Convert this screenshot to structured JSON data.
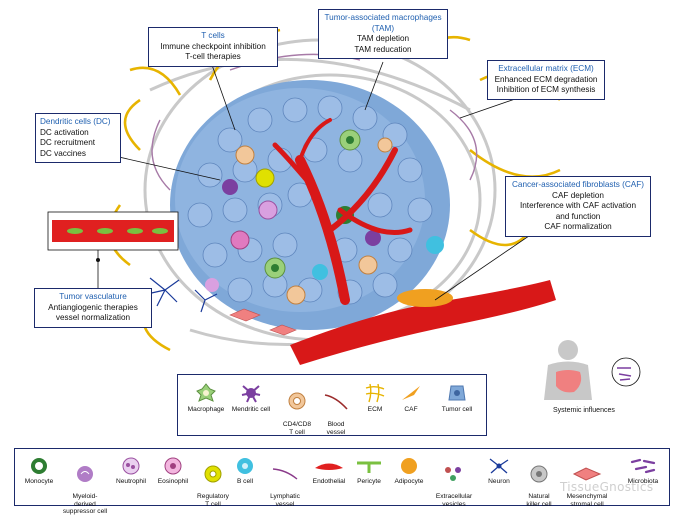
{
  "callouts": {
    "t_cells": {
      "title": "T cells",
      "lines": [
        "Immune checkpoint inhibition",
        "T-cell therapies"
      ]
    },
    "tam": {
      "title": "Tumor-associated macrophages (TAM)",
      "lines": [
        "TAM depletion",
        "TAM reducation"
      ]
    },
    "ecm": {
      "title": "Extracellular matrix (ECM)",
      "lines": [
        "Enhanced ECM degradation",
        "Inhibition of ECM synthesis"
      ]
    },
    "dc": {
      "title": "Dendritic cells (DC)",
      "lines": [
        "DC activation",
        "DC recruitment",
        "DC vaccines"
      ]
    },
    "caf": {
      "title": "Cancer-associated fibroblasts (CAF)",
      "lines": [
        "CAF depletion",
        "Interference with CAF activation",
        "and function",
        "CAF normalization"
      ]
    },
    "vasc": {
      "title": "Tumor vasculature",
      "lines": [
        "Antiangiogenic therapies",
        "vessel normalization"
      ]
    }
  },
  "legend_top": [
    {
      "name": "Macrophage",
      "icon": "macrophage-icon",
      "color": "#9ad07a"
    },
    {
      "name": "Mendritic cell",
      "icon": "dendritic-cell-icon",
      "color": "#7b3fa0"
    },
    {
      "name": "CD4/CD8\nT cell",
      "icon": "t-cell-icon",
      "color": "#f2c79a"
    },
    {
      "name": "Blood\nvessel",
      "icon": "blood-vessel-icon",
      "color": "#9b2b2b"
    },
    {
      "name": "ECM",
      "icon": "ecm-icon",
      "color": "#e7b400"
    },
    {
      "name": "CAF",
      "icon": "caf-icon",
      "color": "#f0a020"
    },
    {
      "name": "Tumor cell",
      "icon": "tumor-cell-icon",
      "color": "#7fa8d8"
    }
  ],
  "legend_bottom": [
    {
      "name": "Monocyte",
      "icon": "monocyte-icon",
      "color": "#2e7d32"
    },
    {
      "name": "Myeloid-\nderived\nsuppressor cell",
      "icon": "mdsc-icon",
      "color": "#b07cc6"
    },
    {
      "name": "Neutrophil",
      "icon": "neutrophil-icon",
      "color": "#d9a0e0"
    },
    {
      "name": "Eosinophil",
      "icon": "eosinophil-icon",
      "color": "#e07ac0"
    },
    {
      "name": "Regulatory\nT cell",
      "icon": "treg-icon",
      "color": "#e0e000"
    },
    {
      "name": "B cell",
      "icon": "b-cell-icon",
      "color": "#40c0e0"
    },
    {
      "name": "Lymphatic\nvessel",
      "icon": "lymphatic-vessel-icon",
      "color": "#8a3a8a"
    },
    {
      "name": "Endothelial",
      "icon": "endothelial-icon",
      "color": "#e02020"
    },
    {
      "name": "Pericyte",
      "icon": "pericyte-icon",
      "color": "#7ac040"
    },
    {
      "name": "Adipocyte",
      "icon": "adipocyte-icon",
      "color": "#f0a020"
    },
    {
      "name": "Extracellular\nvesicles",
      "icon": "extracellular-vesicles-icon",
      "color": "#c05050"
    },
    {
      "name": "Neuron",
      "icon": "neuron-icon",
      "color": "#1a3a9a"
    },
    {
      "name": "Natural\nkiller cell",
      "icon": "nk-cell-icon",
      "color": "#8a8a8a"
    },
    {
      "name": "Mesenchymal\nstromal cell",
      "icon": "msc-icon",
      "color": "#f08080"
    },
    {
      "name": "Microbiota",
      "icon": "microbiota-icon",
      "color": "#7b3fa0"
    }
  ],
  "systemic": {
    "label": "Systemic influences"
  },
  "watermark": "TissueGnostics"
}
